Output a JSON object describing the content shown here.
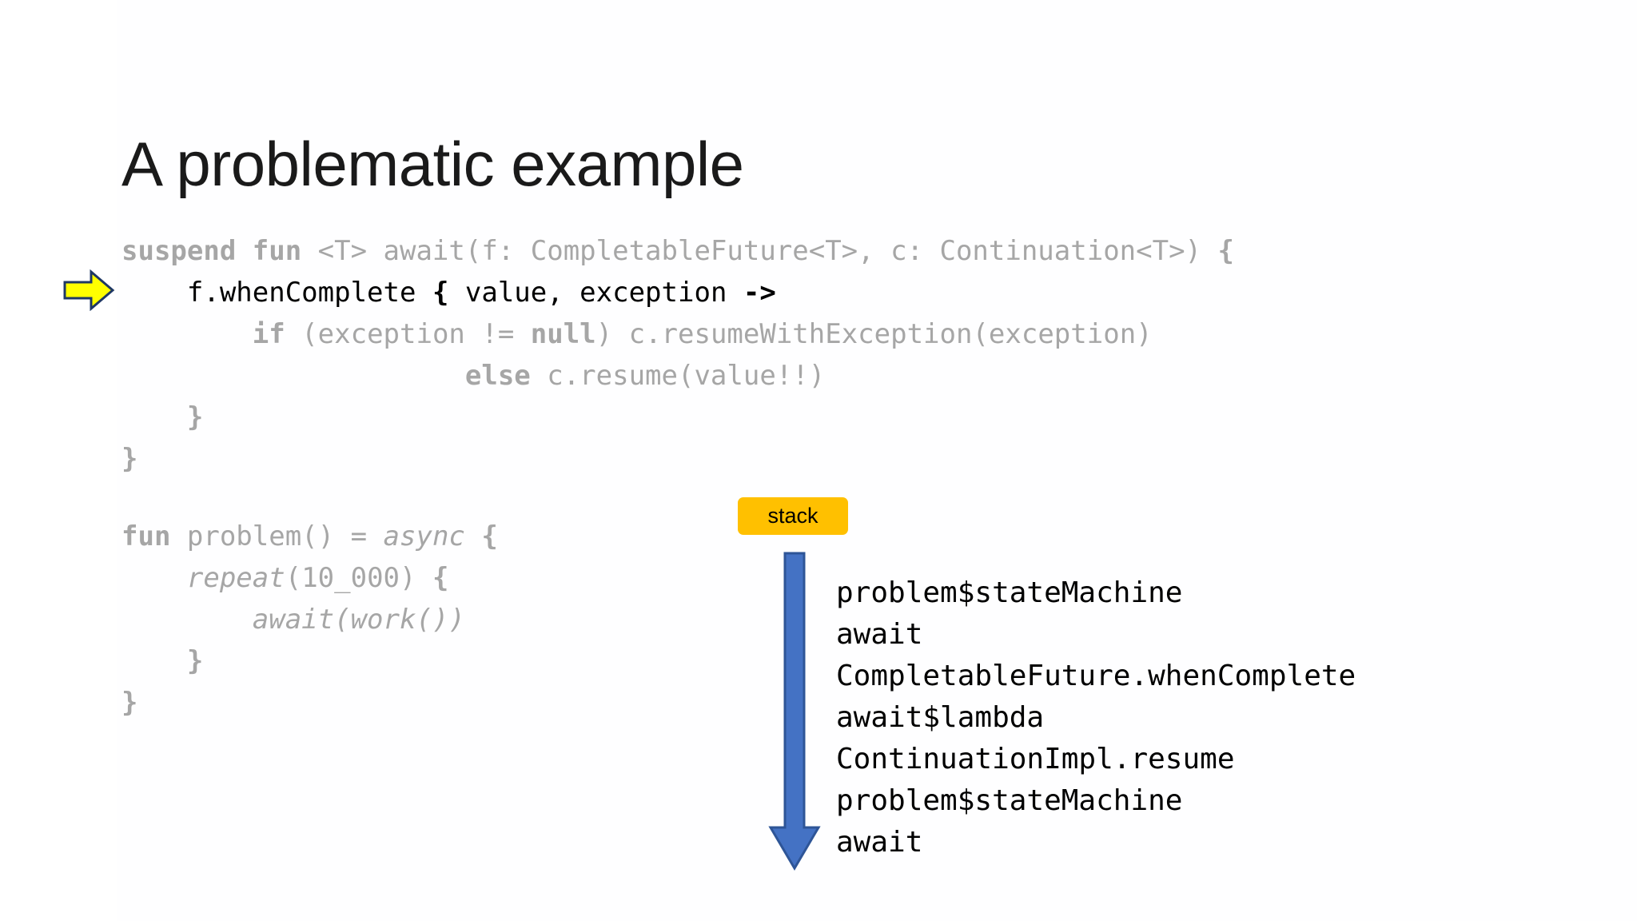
{
  "slide": {
    "title": "A problematic example",
    "background_color": "#ffffff"
  },
  "colors": {
    "dim_code": "#a6a6a6",
    "highlight_code": "#000000",
    "badge_fill": "#ffc000",
    "arrow_blue_fill": "#4472c4",
    "arrow_blue_stroke": "#2e5597",
    "arrow_yellow_fill": "#ffff00",
    "arrow_yellow_stroke": "#1f3864"
  },
  "code_top": {
    "name": "await-function-snippet",
    "lines": [
      {
        "id": "line-1",
        "text": "suspend fun <T> await(f: CompletableFuture<T>, c: Continuation<T>) {",
        "highlighted": false,
        "spans": [
          {
            "text": "suspend fun",
            "style": "dim-bold"
          },
          {
            "text": " <T> await(f: CompletableFuture<T>, c: Continuation<T>) ",
            "style": "dim"
          },
          {
            "text": "{",
            "style": "dim-bold"
          }
        ]
      },
      {
        "id": "line-2",
        "text": "    f.whenComplete { value, exception ->",
        "highlighted": true,
        "spans": [
          {
            "text": "    f.whenComplete ",
            "style": "hi"
          },
          {
            "text": "{",
            "style": "hi-bold"
          },
          {
            "text": " value, exception ",
            "style": "hi"
          },
          {
            "text": "->",
            "style": "hi-bold"
          }
        ]
      },
      {
        "id": "line-3",
        "text": "        if (exception != null) c.resumeWithException(exception)",
        "highlighted": false,
        "spans": [
          {
            "text": "        ",
            "style": "dim"
          },
          {
            "text": "if",
            "style": "dim-bold"
          },
          {
            "text": " (exception != ",
            "style": "dim"
          },
          {
            "text": "null",
            "style": "dim-bold"
          },
          {
            "text": ") c.resumeWithException(exception)",
            "style": "dim"
          }
        ]
      },
      {
        "id": "line-4",
        "text": "                     else c.resume(value!!)",
        "highlighted": false,
        "spans": [
          {
            "text": "                     ",
            "style": "dim"
          },
          {
            "text": "else",
            "style": "dim-bold"
          },
          {
            "text": " c.resume(value!!)",
            "style": "dim"
          }
        ]
      },
      {
        "id": "line-5",
        "text": "    }",
        "highlighted": false,
        "spans": [
          {
            "text": "    ",
            "style": "dim"
          },
          {
            "text": "}",
            "style": "dim-bold"
          }
        ]
      },
      {
        "id": "line-6",
        "text": "}",
        "highlighted": false,
        "spans": [
          {
            "text": "}",
            "style": "dim-bold"
          }
        ]
      }
    ]
  },
  "code_bottom": {
    "name": "problem-function-snippet",
    "lines": [
      {
        "id": "line-1",
        "text": "fun problem() = async {",
        "highlighted": false,
        "spans": [
          {
            "text": "fun",
            "style": "dim-bold"
          },
          {
            "text": " problem() = ",
            "style": "dim"
          },
          {
            "text": "async",
            "style": "dim-italic"
          },
          {
            "text": " ",
            "style": "dim"
          },
          {
            "text": "{",
            "style": "dim-bold"
          }
        ]
      },
      {
        "id": "line-2",
        "text": "    repeat(10_000) {",
        "highlighted": false,
        "spans": [
          {
            "text": "    ",
            "style": "dim"
          },
          {
            "text": "repeat",
            "style": "dim-italic"
          },
          {
            "text": "(10_000) ",
            "style": "dim"
          },
          {
            "text": "{",
            "style": "dim-bold"
          }
        ]
      },
      {
        "id": "line-3",
        "text": "        await(work())",
        "highlighted": false,
        "spans": [
          {
            "text": "        ",
            "style": "dim"
          },
          {
            "text": "await(work())",
            "style": "dim-italic"
          }
        ]
      },
      {
        "id": "line-4",
        "text": "    }",
        "highlighted": false,
        "spans": [
          {
            "text": "    ",
            "style": "dim"
          },
          {
            "text": "}",
            "style": "dim-bold"
          }
        ]
      },
      {
        "id": "line-5",
        "text": "}",
        "highlighted": false,
        "spans": [
          {
            "text": "}",
            "style": "dim-bold"
          }
        ]
      }
    ]
  },
  "stack": {
    "badge_label": "stack",
    "frames": [
      "problem$stateMachine",
      "await",
      "CompletableFuture.whenComplete",
      "await$lambda",
      "ContinuationImpl.resume",
      "problem$stateMachine",
      "await"
    ]
  },
  "annotations": {
    "pointer_arrow": "right-arrow-icon",
    "stack_arrow": "down-arrow-icon"
  }
}
